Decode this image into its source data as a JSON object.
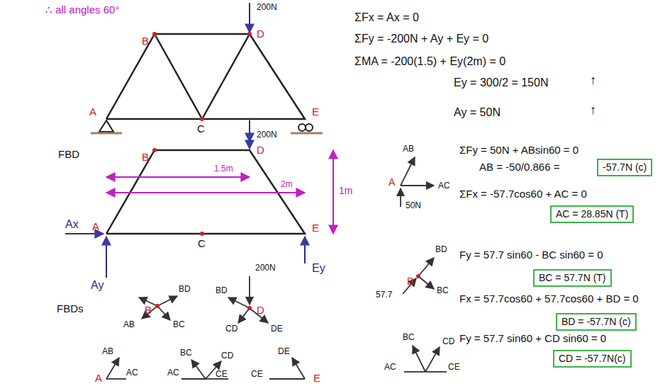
{
  "diagram": {
    "nodes": [
      {
        "text": [
          "-57.7N (c)"
        ]
      },
      {
        "text": [
          "AC = 28.85N (T)"
        ]
      },
      {
        "text": [
          "BC = 57.7N (T)"
        ]
      },
      {
        "text": [
          "BD = -57.7N (c)"
        ]
      },
      {
        "text": [
          "CD = -57.7N(c)"
        ]
      }
    ],
    "labels": [
      "∴ all angles 60°",
      "200N",
      "B",
      "D",
      "A",
      "C",
      "E",
      "200N",
      "FBD",
      "B",
      "D",
      "1.5m",
      "2m",
      "1m",
      "Ax",
      "A",
      "C",
      "E",
      "Ay",
      "Ey",
      "200N",
      "FBDs",
      "BD",
      "AB",
      "B",
      "BC",
      "BD",
      "D",
      "CD",
      "DE",
      "AB",
      "A",
      "AC",
      "AC",
      "BC",
      "CD",
      "CE",
      "CE",
      "DE",
      "E",
      "ΣFx = Ax = 0",
      "ΣFy = -200N + Ay + Ey = 0",
      "ΣMA = -200(1.5) + Ey(2m) = 0",
      "Ey = 300/2 = 150N",
      "↑",
      "Ay = 50N",
      "↑",
      "AB",
      "A",
      "AC",
      "50N",
      "ΣFy = 50N + ABsin60 = 0",
      "AB = -50/0.866 =",
      "ΣFx = -57.7cos60 + AC = 0",
      "BD",
      "57.7",
      "B",
      "BC",
      "Fy = 57.7 sin60 - BC sin60 = 0",
      "Fx = 57.7cos60 + 57.7cos60 + BD = 0",
      "BC",
      "CD",
      "AC",
      "CE",
      "Fy = 57.7 sin60 + CD sin60 = 0"
    ]
  }
}
